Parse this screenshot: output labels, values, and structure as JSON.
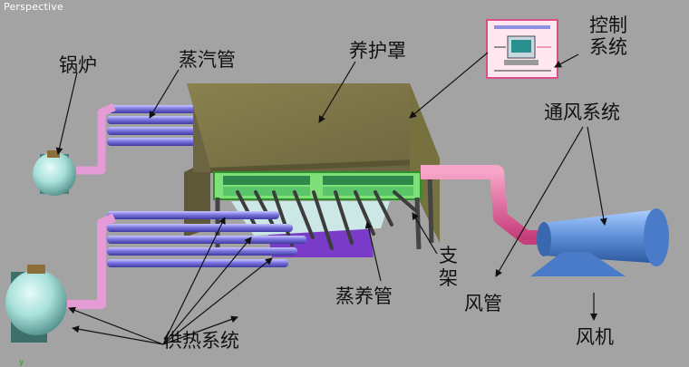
{
  "viewport": {
    "label": "Perspective"
  },
  "labels": {
    "boiler": "锅炉",
    "steam_pipe": "蒸汽管",
    "curing_cover": "养护罩",
    "control_system": "控制系统",
    "ventilation_system": "通风系统",
    "support_frame": "支架",
    "steam_curing_pipe": "蒸养管",
    "air_duct": "风管",
    "fan": "风机",
    "heating_system": "供热系统"
  },
  "axis_mark": "y",
  "colors": {
    "background": "#a3a3a3",
    "cover": "#7a7248",
    "pipe": "#6f6ad8",
    "steam_riser": "#e59bd6",
    "duct": "#e0609a",
    "fan": "#5d8fd8",
    "frame": "#6fd86a",
    "tank": "#98d9d2",
    "mold": "#7a3bc9"
  }
}
